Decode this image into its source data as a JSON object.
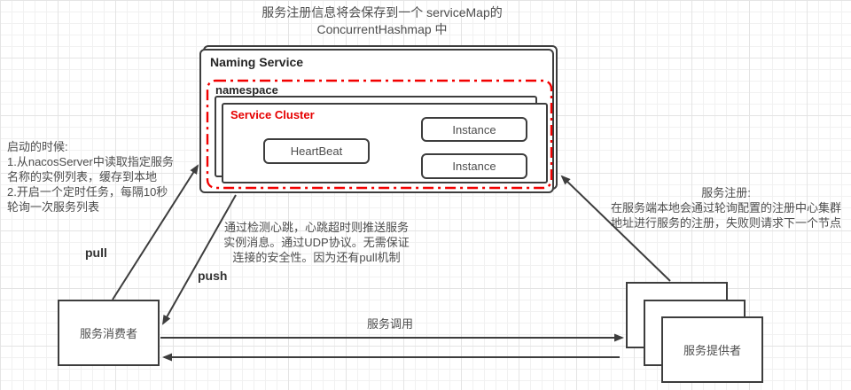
{
  "title": {
    "line1": "服务注册信息将会保存到一个 serviceMap的",
    "line2": "ConcurrentHashmap 中"
  },
  "naming_service": {
    "label": "Naming Service",
    "namespace_label": "namespace",
    "service_cluster_label": "Service Cluster",
    "heartbeat_label": "HeartBeat",
    "instance1_label": "Instance",
    "instance2_label": "Instance"
  },
  "notes": {
    "startup": {
      "lines": [
        "启动的时候:",
        "1.从nacosServer中读取指定服务",
        "名称的实例列表，缓存到本地",
        "2.开启一个定时任务，每隔10秒",
        "轮询一次服务列表"
      ]
    },
    "push_note": {
      "lines": [
        "通过检测心跳，心跳超时则推送服务",
        "实例消息。通过UDP协议。无需保证",
        "连接的安全性。因为还有pull机制"
      ]
    },
    "register_note": {
      "lines": [
        "服务注册:",
        "在服务端本地会通过轮询配置的注册中心集群",
        "地址进行服务的注册，失败则请求下一个节点"
      ]
    }
  },
  "labels": {
    "pull": "pull",
    "push": "push",
    "service_call": "服务调用"
  },
  "nodes": {
    "consumer": "服务消费者",
    "provider": "服务提供者"
  },
  "colors": {
    "accent_red": "#e60000",
    "line_dark": "#3d3d3d"
  }
}
